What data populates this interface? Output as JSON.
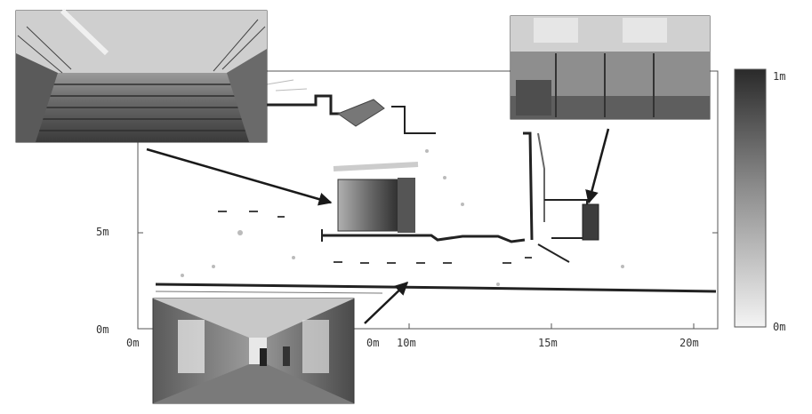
{
  "axes": {
    "x_ticks": [
      "0m",
      "10m",
      "15m",
      "20m"
    ],
    "x_tick_partial": "0m",
    "y_ticks": [
      "0m",
      "5m"
    ]
  },
  "colorbar": {
    "max_label": "1m",
    "min_label": "0m"
  },
  "photos": [
    "staircase",
    "room-with-tables",
    "corridor-with-people"
  ]
}
